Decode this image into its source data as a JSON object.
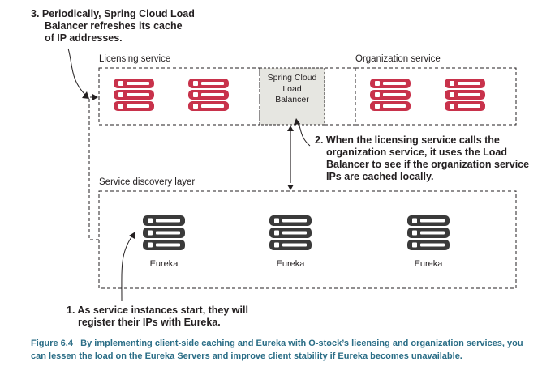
{
  "callouts": {
    "step3": [
      "3. Periodically, Spring Cloud Load",
      "Balancer refreshes its cache",
      "of IP addresses."
    ],
    "step2": [
      "2. When the licensing service calls the",
      "organization service, it uses the Load",
      "Balancer to see if the organization service",
      "IPs are cached locally."
    ],
    "step1": [
      "1. As service instances start, they will",
      "register their IPs with Eureka."
    ]
  },
  "labels": {
    "licensing": "Licensing service",
    "organization": "Organization service",
    "discovery": "Service discovery layer",
    "load_balancer": [
      "Spring Cloud",
      "Load",
      "Balancer"
    ],
    "eureka": [
      "Eureka",
      "Eureka",
      "Eureka"
    ]
  },
  "caption": {
    "prefix": "Figure 6.4",
    "text": "By implementing client-side caching and Eureka with O-stock’s licensing and organization services, you can lessen the load on the Eureka Servers and improve client stability if Eureka becomes unavailable."
  },
  "colors": {
    "service_server": "#c8324b",
    "eureka_server": "#3a3a3a",
    "load_balancer_fill": "#e6e6e1",
    "caption": "#2a6d86"
  },
  "icons": {
    "service_instance": "red-server-stack-icon",
    "eureka_instance": "dark-server-stack-icon"
  }
}
